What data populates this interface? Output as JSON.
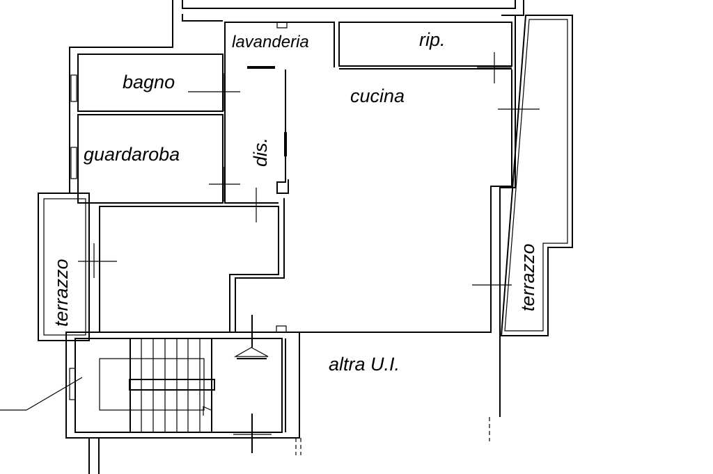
{
  "rooms": {
    "lavanderia": "lavanderia",
    "ripostiglio": "rip.",
    "bagno": "bagno",
    "cucina": "cucina",
    "guardaroba": "guardaroba",
    "disimpegno": "dis.",
    "terrazzo_left": "terrazzo",
    "terrazzo_right": "terrazzo",
    "altra_ui": "altra U.I."
  },
  "colors": {
    "line": "#000000",
    "background": "#ffffff"
  }
}
